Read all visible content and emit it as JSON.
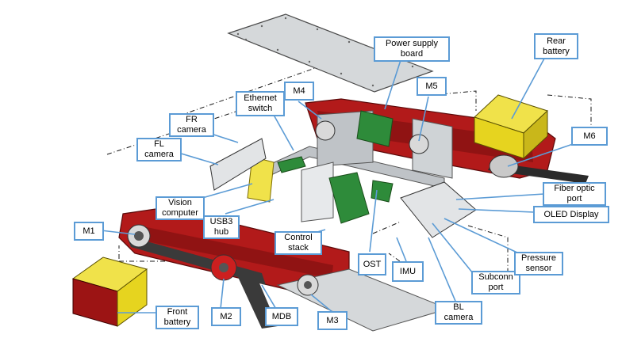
{
  "diagram": {
    "colors": {
      "callout_border": "#5b9bd5",
      "callout_line": "#5b9bd5",
      "hull": "#b21a1a",
      "hull_dark": "#7a0f0f",
      "battery": "#e6d41f",
      "panel": "#d5d8da",
      "track": "#2b2b2b",
      "pcb": "#2e8b3a",
      "dashed_line": "#1a1a1a"
    },
    "labels": {
      "power_supply_board": "Power supply\nboard",
      "rear_battery": "Rear\nbattery",
      "m4": "M4",
      "m5": "M5",
      "m6": "M6",
      "ethernet_switch": "Ethernet\nswitch",
      "fr_camera": "FR\ncamera",
      "fl_camera": "FL\ncamera",
      "vision_computer": "Vision\ncomputer",
      "usb3_hub": "USB3\nhub",
      "control_stack": "Control\nstack",
      "m1": "M1",
      "m2": "M2",
      "m3": "M3",
      "mdb": "MDB",
      "front_battery": "Front\nbattery",
      "ost": "OST",
      "imu": "IMU",
      "subconn_port": "Subconn\nport",
      "bl_camera": "BL\ncamera",
      "pressure_sensor": "Pressure\nsensor",
      "oled_display": "OLED Display",
      "fiber_optic_port": "Fiber optic\nport"
    }
  }
}
